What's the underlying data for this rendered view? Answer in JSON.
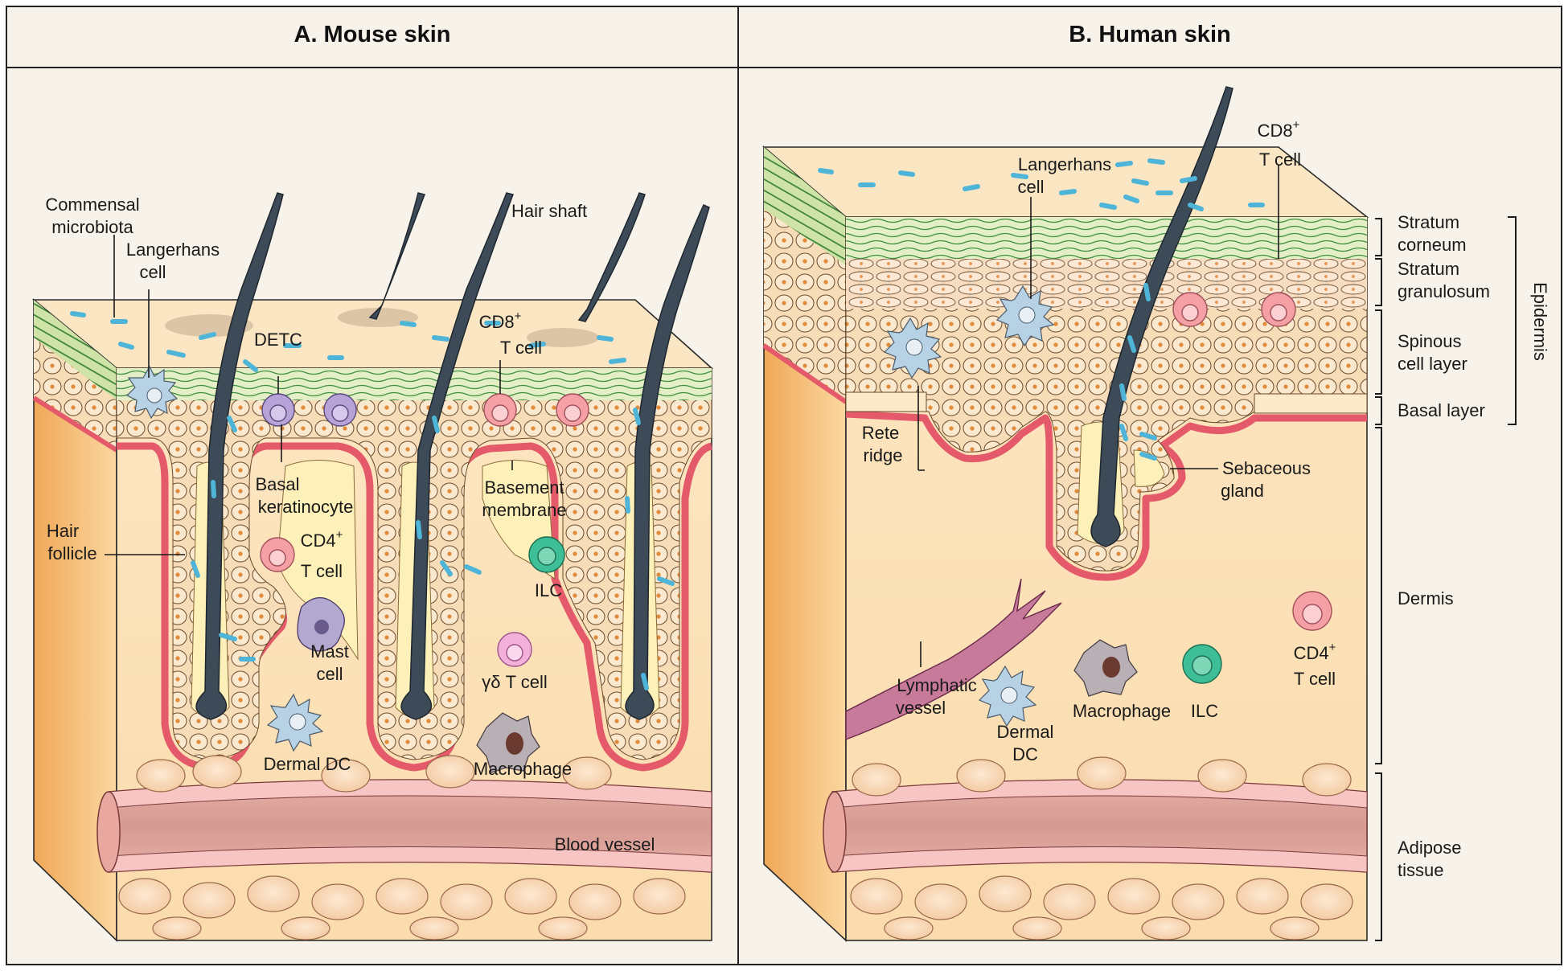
{
  "panels": {
    "mouse": {
      "title": "A. Mouse skin",
      "labels": {
        "commensal": [
          "Commensal",
          "microbiota"
        ],
        "langerhans": [
          "Langerhans",
          "cell"
        ],
        "hair_shaft": "Hair shaft",
        "detc": "DETC",
        "cd8": "CD8",
        "cd8_sup": "+",
        "cd8_line2": "T cell",
        "basal": [
          "Basal",
          "keratinocyte"
        ],
        "basement": [
          "Basement",
          "membrane"
        ],
        "hair_follicle": [
          "Hair",
          "follicle"
        ],
        "cd4": "CD4",
        "cd4_sup": "+",
        "cd4_line2": "T cell",
        "ilc": "ILC",
        "mast": [
          "Mast",
          "cell"
        ],
        "gd": "γδ T cell",
        "dermal_dc": "Dermal DC",
        "macrophage": "Macrophage",
        "blood_vessel": "Blood vessel"
      }
    },
    "human": {
      "title": "B. Human skin",
      "labels": {
        "cd8": "CD8",
        "cd8_sup": "+",
        "cd8_line2": "T cell",
        "langerhans": [
          "Langerhans",
          "cell"
        ],
        "rete": [
          "Rete",
          "ridge"
        ],
        "sebaceous": [
          "Sebaceous",
          "gland"
        ],
        "lymphatic": [
          "Lymphatic",
          "vessel"
        ],
        "dermal_dc": [
          "Dermal",
          "DC"
        ],
        "macrophage": "Macrophage",
        "ilc": "ILC",
        "cd4": "CD4",
        "cd4_sup": "+",
        "cd4_line2": "T cell"
      },
      "layers": {
        "corneum": [
          "Stratum",
          "corneum"
        ],
        "granulosum": [
          "Stratum",
          "granulosum"
        ],
        "spinous": [
          "Spinous",
          "cell layer"
        ],
        "basal": "Basal layer",
        "epidermis": "Epidermis",
        "dermis": "Dermis",
        "adipose": [
          "Adipose",
          "tissue"
        ]
      }
    }
  },
  "colors": {
    "panel_bg": "#f7f3ea",
    "tissue": "#fbe3bb",
    "tissue_dark": "#f2b56a",
    "corneum": "#d8e8b8",
    "corneum_line": "#3c8a3c",
    "keratinocyte": "#f6d9b4",
    "basement": "#e45a6a",
    "hair": "#3d4a57",
    "microbe": "#4fb5d8",
    "blood": "#d99c98",
    "cd8": "#f5a0a5",
    "detc": "#b7a3d8",
    "ilc": "#3dbe96",
    "langerhans": "#b6d2e4"
  }
}
